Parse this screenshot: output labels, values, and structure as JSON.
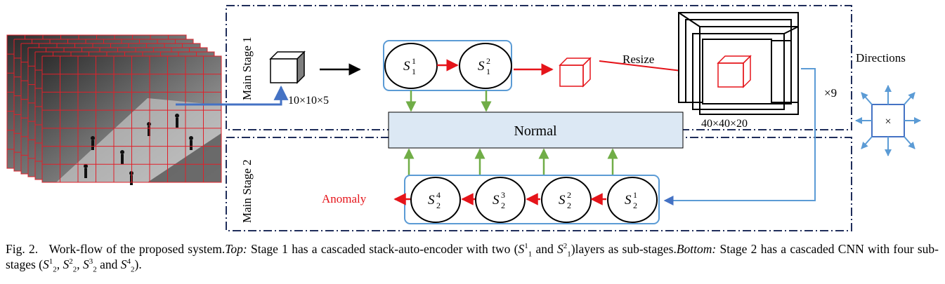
{
  "diagram": {
    "stage1_label": "Main Stage 1",
    "stage2_label": "Main Stage 2",
    "input_cube_size": "10×10×5",
    "resize_label": "Resize",
    "output_cube_size": "40×40×20",
    "repeat_label": "×9",
    "directions_label": "Directions",
    "directions_center": "×",
    "normal_label": "Normal",
    "anomaly_label": "Anomaly",
    "stage1_nodes": [
      {
        "base": "S",
        "sub": "1",
        "sup": "1"
      },
      {
        "base": "S",
        "sub": "1",
        "sup": "2"
      }
    ],
    "stage2_nodes": [
      {
        "base": "S",
        "sub": "2",
        "sup": "4"
      },
      {
        "base": "S",
        "sub": "2",
        "sup": "3"
      },
      {
        "base": "S",
        "sub": "2",
        "sup": "2"
      },
      {
        "base": "S",
        "sub": "2",
        "sup": "1"
      }
    ],
    "colors": {
      "frame": "#1f2d5a",
      "box": "#5b9bd5",
      "normal_fill": "#dce8f4",
      "flow_red": "#e5141a",
      "up_green": "#70ad47",
      "input_blue": "#4472c4",
      "grid_red": "#e0202a"
    }
  },
  "caption": {
    "fig": "Fig. 2.",
    "p1": "Work-flow of the proposed system.",
    "top": "Top:",
    "p2": " Stage 1 has a cascaded stack-auto-encoder with two (",
    "and1": " and ",
    "p3": ")layers as sub-stages.",
    "bottom": "Bottom:",
    "p4": " Stage 2 has a cascaded CNN with four sub-stages (",
    "c1": ", ",
    "c2": ", ",
    "and2": " and ",
    "end": ")."
  }
}
